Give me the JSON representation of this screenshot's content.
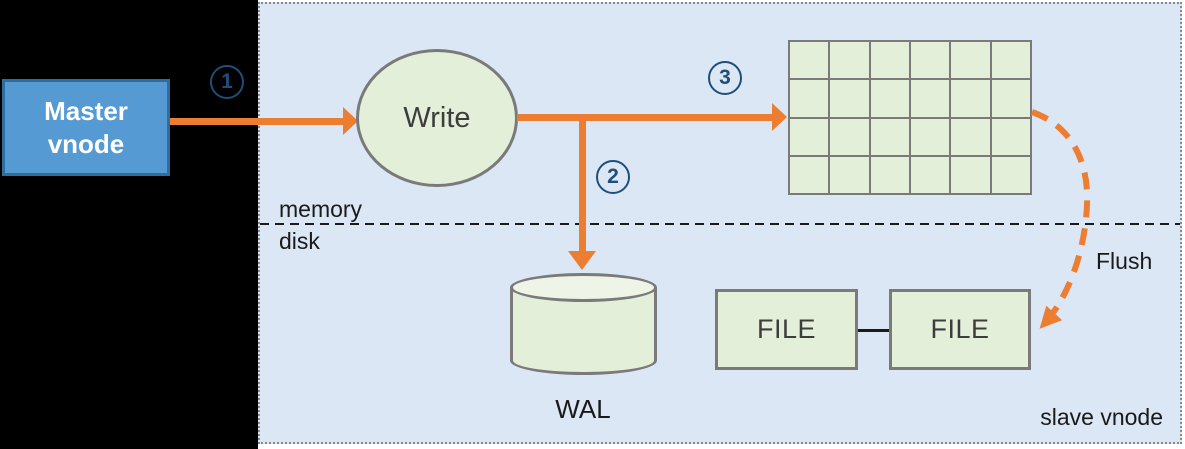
{
  "diagram": {
    "master_vnode_label": "Master\nvnode",
    "write_label": "Write",
    "step_labels": [
      "1",
      "2",
      "3"
    ],
    "memory_label": "memory",
    "disk_label": "disk",
    "wal_label": "WAL",
    "file_labels": [
      "FILE",
      "FILE"
    ],
    "flush_label": "Flush",
    "slave_vnode_label": "slave vnode",
    "memtable": {
      "rows": 4,
      "cols": 6
    },
    "colors": {
      "accent_orange": "#ed7d31",
      "badge_blue": "#1f4e79",
      "node_green": "#e4efda",
      "panel_blue": "#dbe7f4",
      "master_blue": "#559ad3",
      "master_border": "#2f6d9e",
      "border_gray": "#7a7a7a"
    }
  }
}
